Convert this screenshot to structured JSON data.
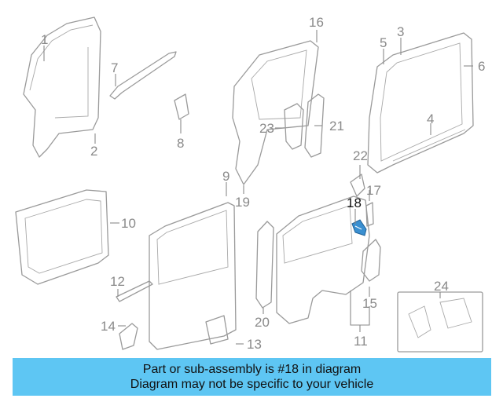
{
  "diagram": {
    "callouts": [
      {
        "id": "1",
        "text": "1"
      },
      {
        "id": "2",
        "text": "2"
      },
      {
        "id": "3",
        "text": "3"
      },
      {
        "id": "4",
        "text": "4"
      },
      {
        "id": "5",
        "text": "5"
      },
      {
        "id": "6",
        "text": "6"
      },
      {
        "id": "7",
        "text": "7"
      },
      {
        "id": "8",
        "text": "8"
      },
      {
        "id": "9",
        "text": "9"
      },
      {
        "id": "10",
        "text": "10"
      },
      {
        "id": "11",
        "text": "11"
      },
      {
        "id": "12",
        "text": "12"
      },
      {
        "id": "13",
        "text": "13"
      },
      {
        "id": "14",
        "text": "14"
      },
      {
        "id": "15",
        "text": "15"
      },
      {
        "id": "16",
        "text": "16"
      },
      {
        "id": "17",
        "text": "17"
      },
      {
        "id": "18",
        "text": "18"
      },
      {
        "id": "19",
        "text": "19"
      },
      {
        "id": "20",
        "text": "20"
      },
      {
        "id": "21",
        "text": "21"
      },
      {
        "id": "22",
        "text": "22"
      },
      {
        "id": "23",
        "text": "23"
      },
      {
        "id": "24",
        "text": "24"
      }
    ],
    "highlighted_part": "18",
    "colors": {
      "highlight_part": "#3a8fd0",
      "line_art": "#9a9a9a",
      "banner": "#5ec6f3"
    }
  },
  "banner": {
    "line1": "Part or sub-assembly is #18 in diagram",
    "line2": "Diagram may not be specific to your vehicle"
  }
}
